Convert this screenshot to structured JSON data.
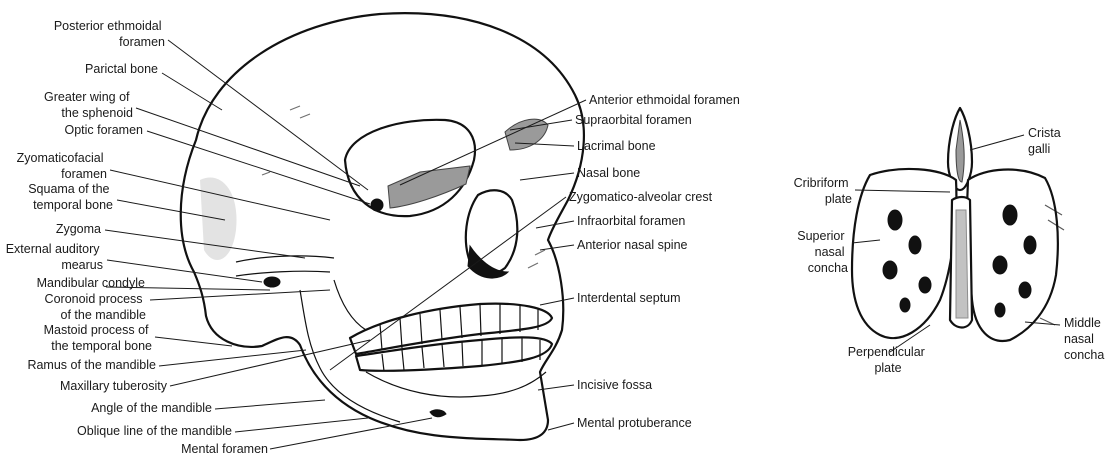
{
  "skull_labels": {
    "posterior_ethmoidal_foramen": [
      "Posterior ethmoidal",
      "foramen"
    ],
    "parietal_bone": "Parictal bone",
    "greater_wing_sphenoid": [
      "Greater wing of",
      "the sphenoid"
    ],
    "optic_foramen": "Optic foramen",
    "zygomaticofacial_foramen": [
      "Zyomaticofacial",
      "foramen"
    ],
    "squama_temporal_bone": [
      "Squama of the",
      "temporal bone"
    ],
    "zygoma": "Zygoma",
    "external_auditory_meatus": [
      "External auditory",
      "mearus"
    ],
    "mandibular_condyle": "Mandibular condyle",
    "coronoid_process": [
      "Coronoid process",
      "of the mandible"
    ],
    "mastoid_process": [
      "Mastoid process of",
      "the temporal bone"
    ],
    "ramus_mandible": "Ramus of the mandible",
    "maxillary_tuberosity": "Maxillary tuberosity",
    "angle_mandible": "Angle of the mandible",
    "oblique_line": "Oblique line of the mandible",
    "mental_foramen": "Mental foramen",
    "anterior_ethmoidal_foramen": "Anterior ethmoidal foramen",
    "supraorbital_foramen": "Supraorbital foramen",
    "lacrimal_bone": "Lacrimal bone",
    "nasal_bone": "Nasal bone",
    "zygomatico_alveolar_crest": "Zygomatico-alveolar crest",
    "infraorbital_foramen": "Infraorbital foramen",
    "anterior_nasal_spine": "Anterior nasal spine",
    "interdental_septum": "Interdental septum",
    "incisive_fossa": "Incisive fossa",
    "mental_protuberance": "Mental protuberance"
  },
  "ethmoid_labels": {
    "crista_galli": [
      "Crista",
      "galli"
    ],
    "cribriform_plate": [
      "Cribriform",
      "plate"
    ],
    "superior_nasal_concha": [
      "Superior",
      "nasal",
      "concha"
    ],
    "middle_nasal_concha": [
      "Middle",
      "nasal",
      "concha"
    ],
    "perpendicular_plate": [
      "Perpendicular",
      "plate"
    ]
  }
}
